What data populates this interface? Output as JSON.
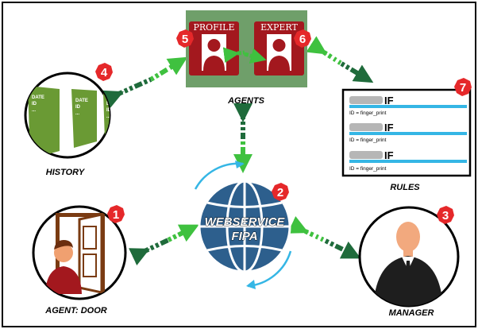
{
  "nodes": {
    "agents": {
      "label": "AGENTS"
    },
    "profile": {
      "label": "PROFILE",
      "badge": "5"
    },
    "expert": {
      "label": "EXPERT",
      "badge": "6"
    },
    "history": {
      "label": "HISTORY",
      "badge": "4",
      "cards": [
        {
          "line1": "DATE",
          "line2": "ID",
          "line3": "..."
        },
        {
          "line1": "DATE",
          "line2": "ID",
          "line3": "..."
        },
        {
          "line1": "DATE",
          "line2": "ID",
          "line3": "..."
        }
      ]
    },
    "rules": {
      "label": "RULES",
      "badge": "7",
      "items": [
        {
          "keyword": "IF",
          "text": "ID = finger_print"
        },
        {
          "keyword": "IF",
          "text": "ID = finger_print"
        },
        {
          "keyword": "IF",
          "text": "ID = finger_print"
        }
      ]
    },
    "webservice": {
      "line1": "WEBSERVICE",
      "line2": "FIPA",
      "badge": "2"
    },
    "agent_door": {
      "label": "AGENT: DOOR",
      "badge": "1"
    },
    "manager": {
      "label": "MANAGER",
      "badge": "3"
    }
  },
  "colors": {
    "badge": "#e5282a",
    "agents_panel": "#6f9f6a",
    "agent_card": "#a3181e",
    "history_green": "#6a9a34",
    "globe": "#2d5f8d",
    "arrow_light": "#3fc13f",
    "arrow_dark": "#1f6b3b",
    "rule_bar": "#35b6e5"
  }
}
